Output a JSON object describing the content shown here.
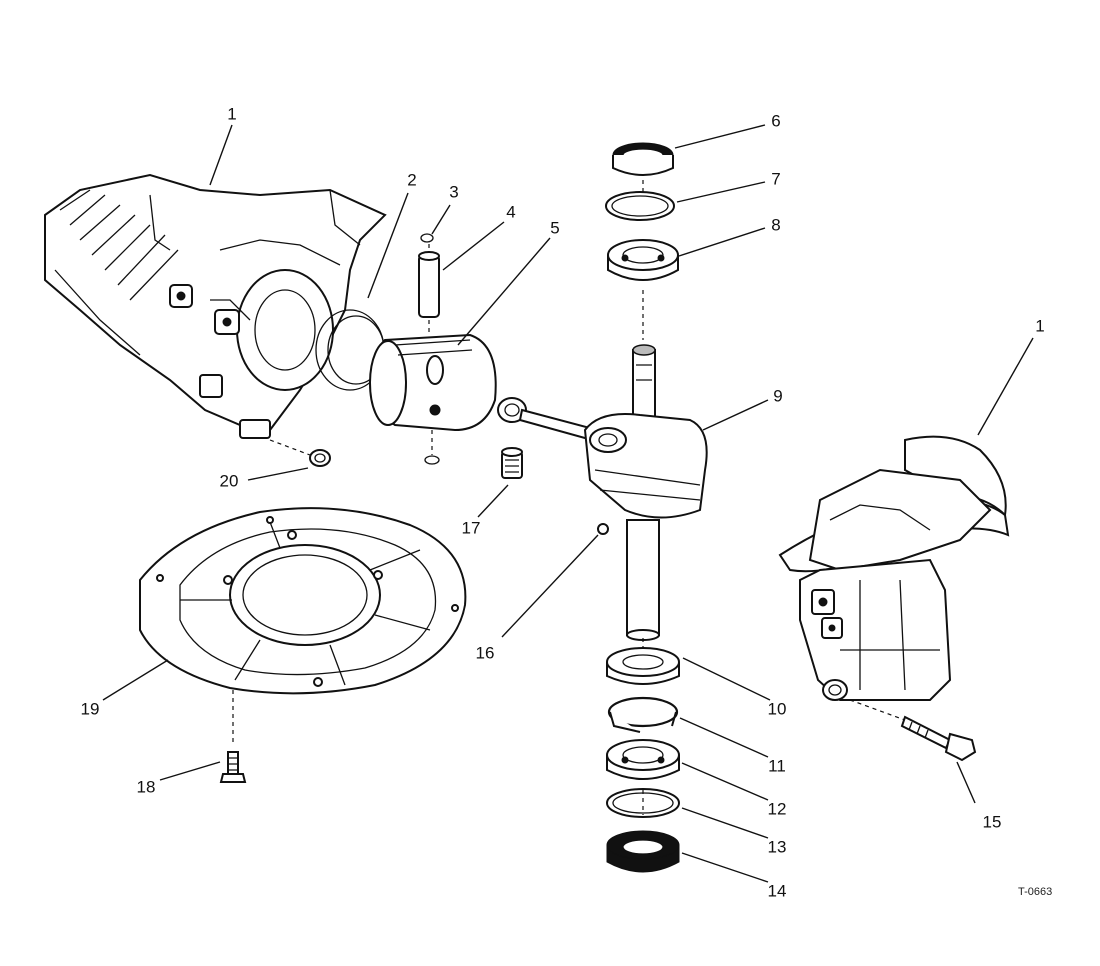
{
  "diagram": {
    "reference_code": "T-0663",
    "callouts": [
      "1",
      "2",
      "3",
      "4",
      "5",
      "6",
      "7",
      "8",
      "9",
      "1",
      "10",
      "11",
      "12",
      "13",
      "14",
      "15",
      "16",
      "17",
      "18",
      "19",
      "20"
    ]
  }
}
